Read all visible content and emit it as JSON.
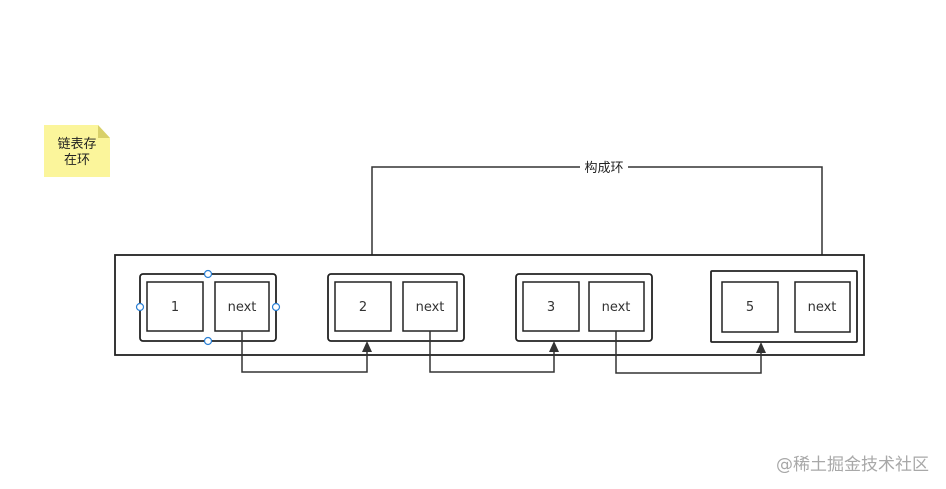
{
  "note": {
    "lines": [
      "链表存",
      "在环"
    ],
    "fill_color": "#fbf59b",
    "fold_color": "#d8d06a"
  },
  "loop_label": "构成环",
  "nodes": [
    {
      "value": "1",
      "next_label": "next",
      "selected": true
    },
    {
      "value": "2",
      "next_label": "next",
      "selected": false
    },
    {
      "value": "3",
      "next_label": "next",
      "selected": false
    },
    {
      "value": "5",
      "next_label": "next",
      "selected": false
    }
  ],
  "watermark": "@稀土掘金技术社区",
  "selection_handle_color": "#2a7fd4"
}
